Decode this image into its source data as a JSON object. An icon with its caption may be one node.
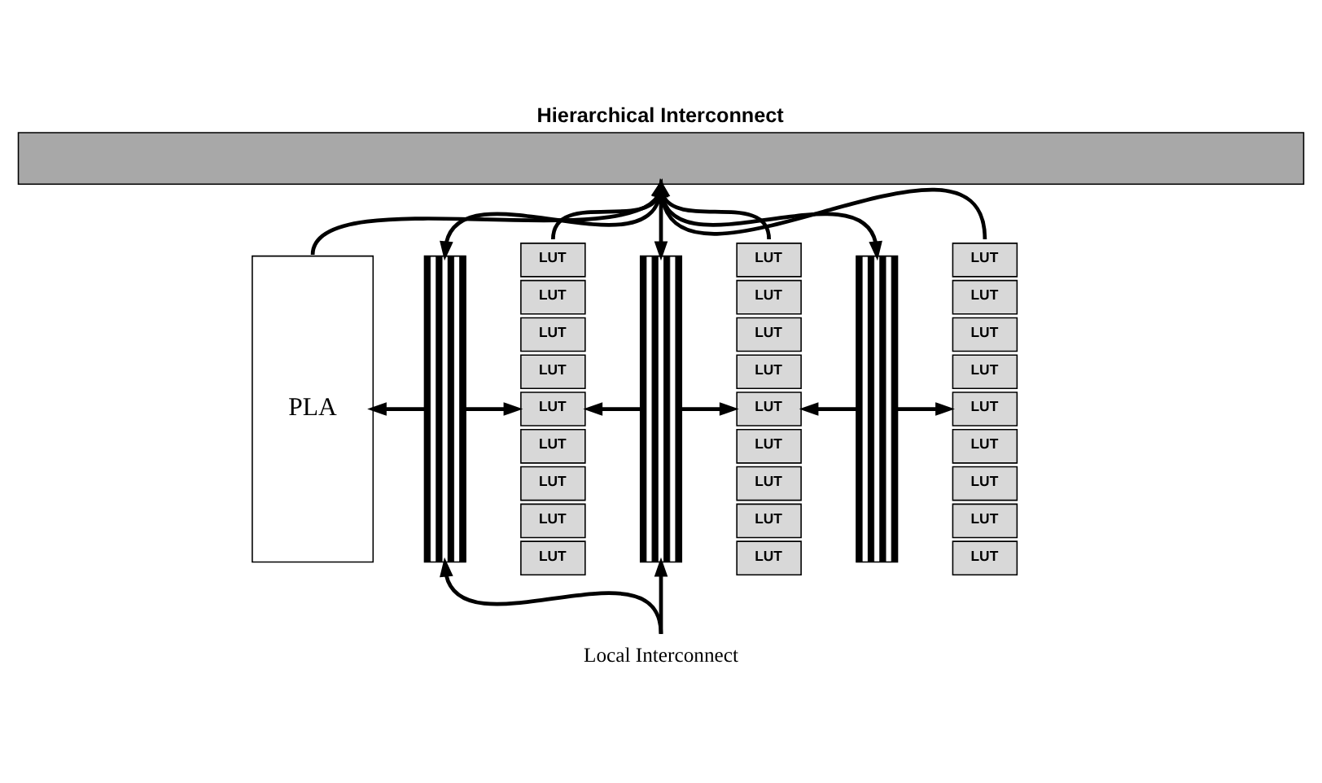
{
  "diagram": {
    "nodes": [
      {
        "text": [
          "Hierarchical Interconnect"
        ]
      },
      {
        "text": [
          "PLA"
        ]
      },
      {
        "text": [],
        "shape": "bar"
      },
      {
        "text": [
          "LUT",
          "LUT",
          "LUT",
          "LUT",
          "LUT",
          "LUT",
          "LUT",
          "LUT",
          "LUT"
        ]
      },
      {
        "text": [],
        "shape": "bar"
      },
      {
        "text": [
          "LUT",
          "LUT",
          "LUT",
          "LUT",
          "LUT",
          "LUT",
          "LUT",
          "LUT",
          "LUT"
        ]
      },
      {
        "text": [],
        "shape": "bar"
      },
      {
        "text": [
          "LUT",
          "LUT",
          "LUT",
          "LUT",
          "LUT",
          "LUT",
          "LUT",
          "LUT",
          "LUT"
        ]
      },
      {
        "text": [
          "Local Interconnect"
        ]
      }
    ],
    "edges": [
      {
        "from": 1,
        "to": 0,
        "arrow": "to"
      },
      {
        "from": 0,
        "to": 2,
        "arrow": "to"
      },
      {
        "from": 3,
        "to": 0,
        "arrow": "to"
      },
      {
        "from": 0,
        "to": 4,
        "arrow": "to"
      },
      {
        "from": 5,
        "to": 0,
        "arrow": "to"
      },
      {
        "from": 0,
        "to": 6,
        "arrow": "to"
      },
      {
        "from": 7,
        "to": 0,
        "arrow": "to"
      },
      {
        "from": 2,
        "to": 1,
        "arrow": "to"
      },
      {
        "from": 2,
        "to": 3,
        "arrow": "to"
      },
      {
        "from": 4,
        "to": 3,
        "arrow": "to"
      },
      {
        "from": 4,
        "to": 5,
        "arrow": "to"
      },
      {
        "from": 6,
        "to": 5,
        "arrow": "to"
      },
      {
        "from": 6,
        "to": 7,
        "arrow": "to"
      },
      {
        "from": 8,
        "to": 2,
        "arrow": "to"
      },
      {
        "from": 8,
        "to": 4,
        "arrow": "to"
      }
    ]
  }
}
